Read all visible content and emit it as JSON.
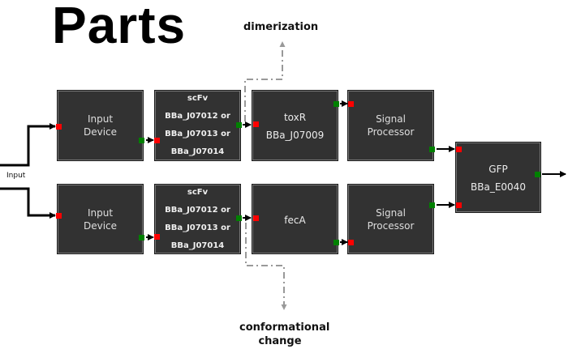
{
  "title": "Parts",
  "annotations": {
    "top": "dimerization",
    "bottom_line1": "conformational",
    "bottom_line2": "change"
  },
  "input_label": "Input",
  "colors": {
    "box_fill": "#323232",
    "input_port": "#ff0000",
    "output_port": "#008000",
    "dashed_line": "#999999"
  },
  "top_row": {
    "input_device": {
      "line1": "Input",
      "line2": "Device"
    },
    "scfv": {
      "line1": "scFv",
      "line2": "BBa_J07012 or",
      "line3": "BBa_J07013 or",
      "line4": "BBa_J07014"
    },
    "toxr": {
      "name": "toxR",
      "part": "BBa_J07009"
    },
    "signal_processor": {
      "line1": "Signal",
      "line2": "Processor"
    }
  },
  "bottom_row": {
    "input_device": {
      "line1": "Input",
      "line2": "Device"
    },
    "scfv": {
      "line1": "scFv",
      "line2": "BBa_J07012 or",
      "line3": "BBa_J07013 or",
      "line4": "BBa_J07014"
    },
    "feca": {
      "name": "fecA"
    },
    "signal_processor": {
      "line1": "Signal",
      "line2": "Processor"
    }
  },
  "output": {
    "name": "GFP",
    "part": "BBa_E0040"
  }
}
